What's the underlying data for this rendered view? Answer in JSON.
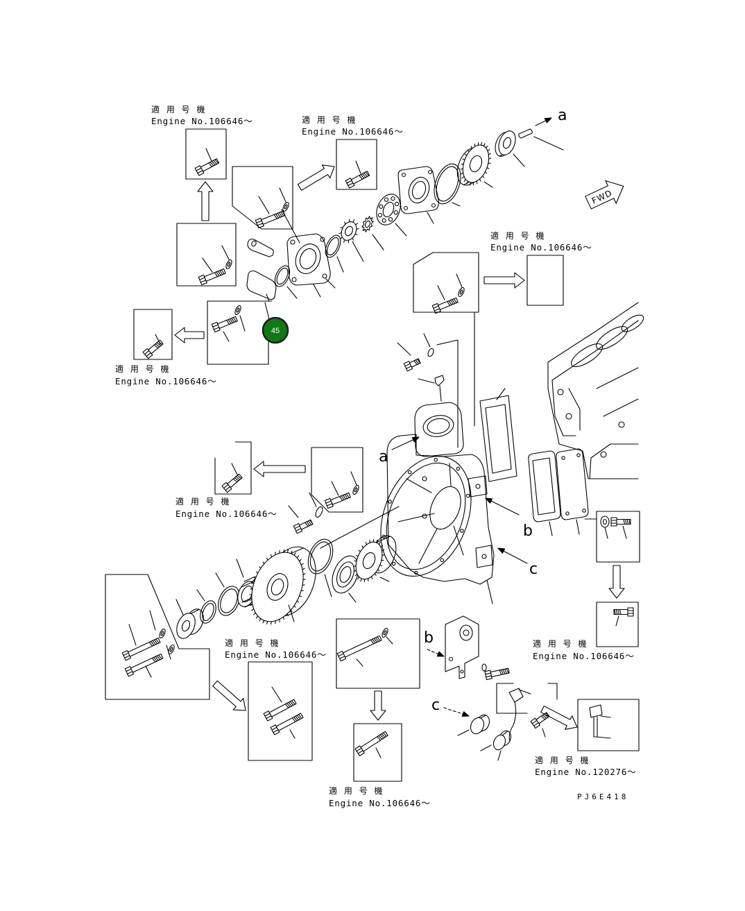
{
  "applicability_notes": [
    {
      "label": "適 用 号 機",
      "engine": "Engine No.106646～"
    },
    {
      "label": "適 用 号 機",
      "engine": "Engine No.106646～"
    },
    {
      "label": "適 用 号 機",
      "engine": "Engine No.106646～"
    },
    {
      "label": "適 用 号 機",
      "engine": "Engine No.106646～"
    },
    {
      "label": "適 用 号 機",
      "engine": "Engine No.106646～"
    },
    {
      "label": "適 用 号 機",
      "engine": "Engine No.106646～"
    },
    {
      "label": "適 用 号 機",
      "engine": "Engine No.106646～"
    },
    {
      "label": "適 用 号 機",
      "engine": "Engine No.120276～"
    },
    {
      "label": "適 用 号 機",
      "engine": "Engine No.106646～"
    }
  ],
  "reference_letters": {
    "a": "a",
    "b": "b",
    "c": "c"
  },
  "direction_label": "FWD",
  "callout_number": "45",
  "drawing_code": "PJ6E418",
  "colors": {
    "line": "#000000",
    "callout_fill": "#0f7a14",
    "callout_stroke": "#1a1a1a",
    "callout_text": "#ffffff"
  }
}
